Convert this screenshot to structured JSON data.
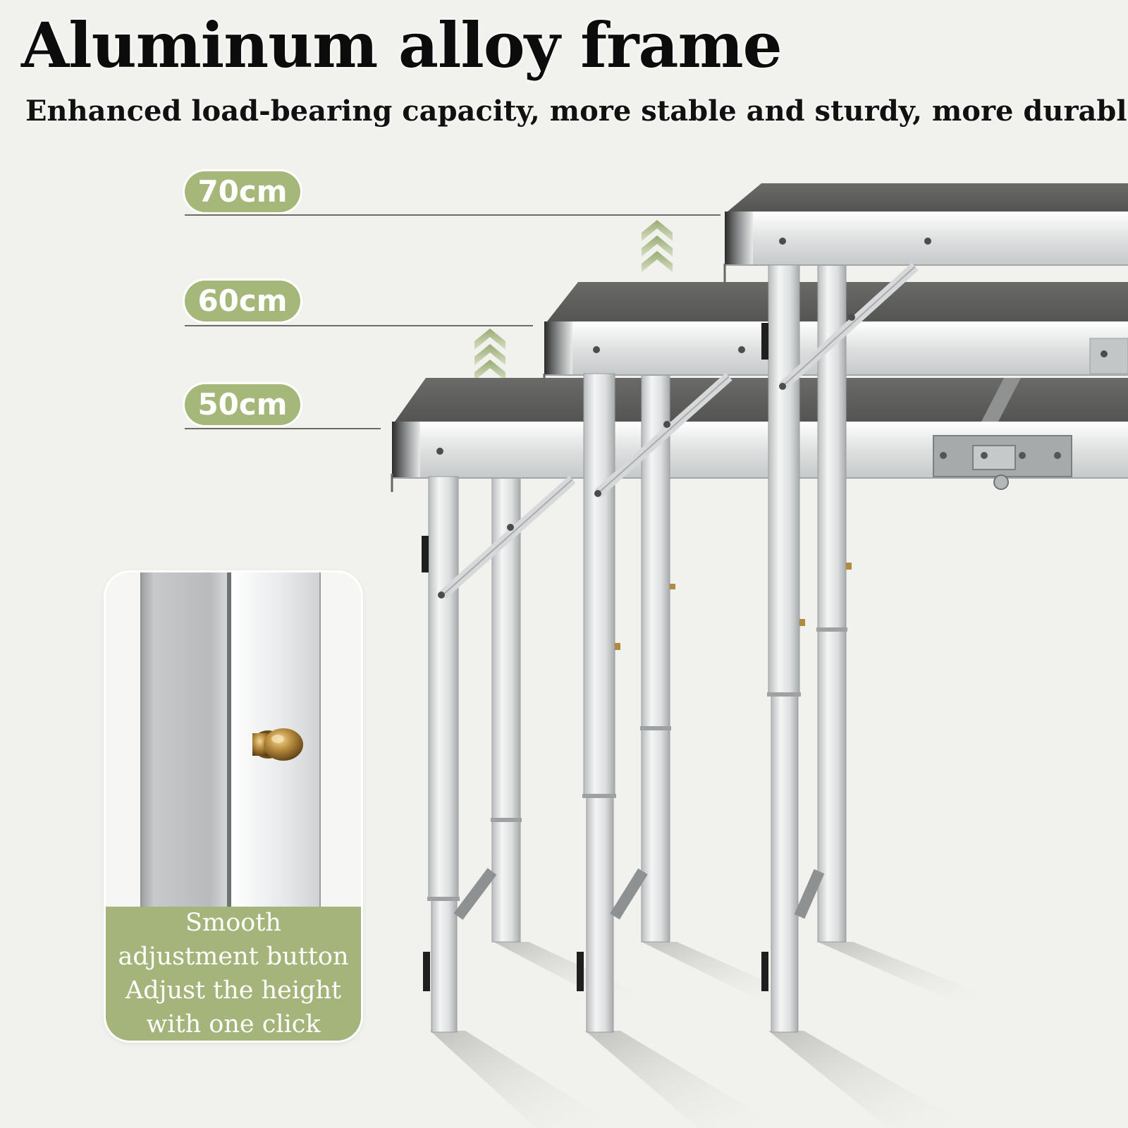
{
  "header": {
    "title": "Aluminum alloy frame",
    "subtitle": "Enhanced load-bearing capacity, more stable and sturdy, more durable"
  },
  "heights": [
    {
      "label": "70cm"
    },
    {
      "label": "60cm"
    },
    {
      "label": "50cm"
    }
  ],
  "inset": {
    "caption": "Smooth adjustment button Adjust the height with one click"
  },
  "colors": {
    "accent_green": "#a6b77a",
    "tabletop": "#5d5e5c",
    "frame_silver": "#d9dbdb",
    "background": "#f1f1ed",
    "button_brass": "#b08a40"
  }
}
